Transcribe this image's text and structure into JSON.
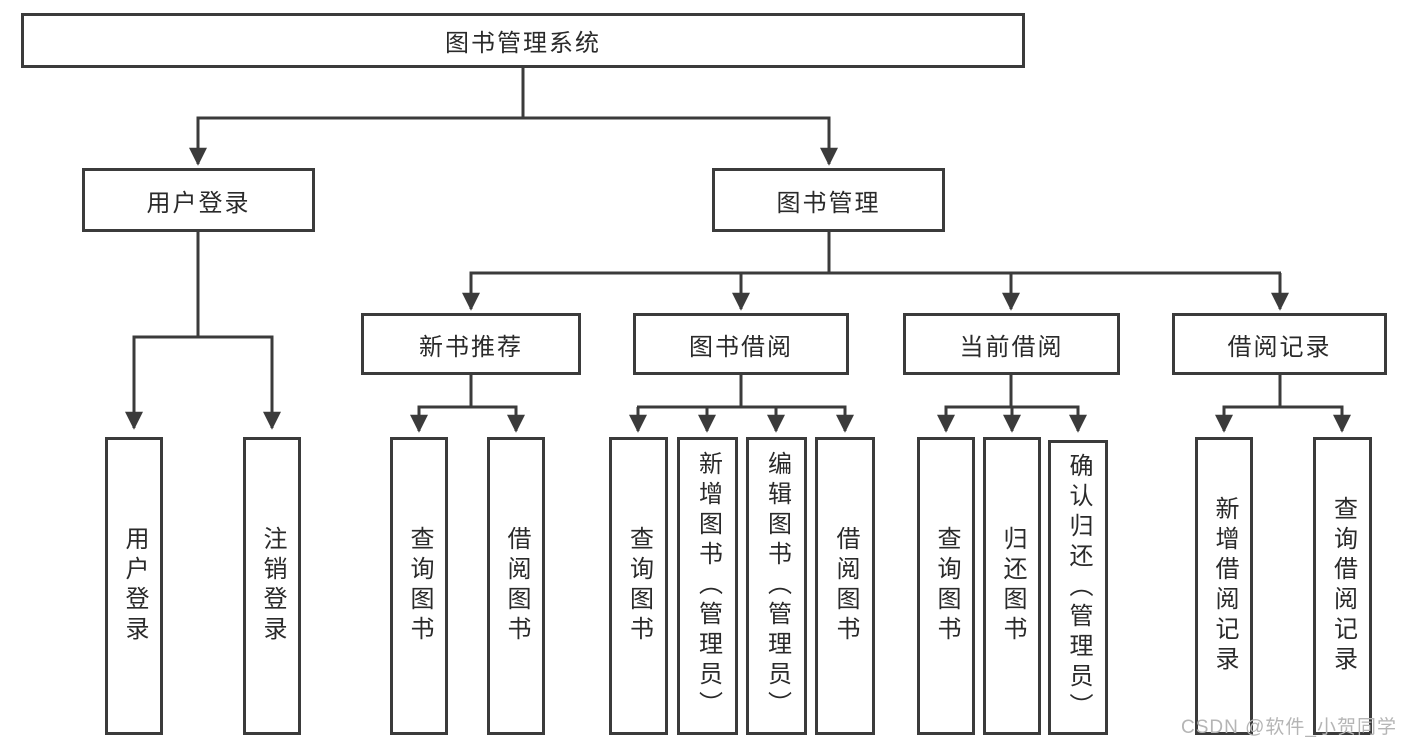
{
  "diagram": {
    "title": "图书管理系统",
    "branches": [
      {
        "label": "用户登录",
        "children": [
          {
            "label": "用户登录"
          },
          {
            "label": "注销登录"
          }
        ]
      },
      {
        "label": "图书管理",
        "children": [
          {
            "label": "新书推荐",
            "children": [
              {
                "label": "查询图书"
              },
              {
                "label": "借阅图书"
              }
            ]
          },
          {
            "label": "图书借阅",
            "children": [
              {
                "label": "查询图书"
              },
              {
                "label": "新增图书（管理员）"
              },
              {
                "label": "编辑图书（管理员）"
              },
              {
                "label": "借阅图书"
              }
            ]
          },
          {
            "label": "当前借阅",
            "children": [
              {
                "label": "查询图书"
              },
              {
                "label": "归还图书"
              },
              {
                "label": "确认归还（管理员）"
              }
            ]
          },
          {
            "label": "借阅记录",
            "children": [
              {
                "label": "新增借阅记录"
              },
              {
                "label": "查询借阅记录"
              }
            ]
          }
        ]
      }
    ]
  },
  "style": {
    "line_color": "#3b3b3b",
    "text_color": "#2a2a2a",
    "background_color": "#ffffff",
    "watermark_color": "#b5b5b5"
  },
  "watermark": {
    "text": "CSDN @软件_小贺同学"
  }
}
